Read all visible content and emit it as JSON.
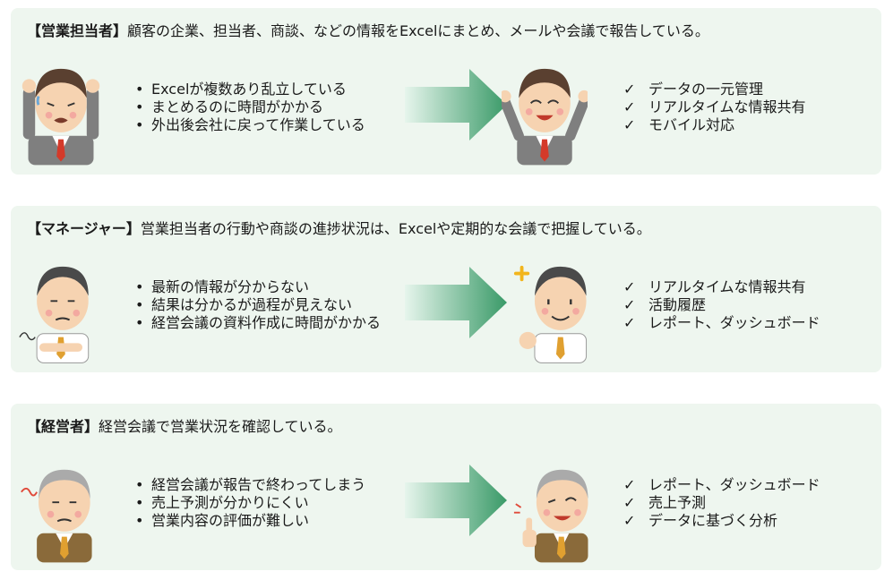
{
  "sections": [
    {
      "role": "【営業担当者】",
      "description": "顧客の企業、担当者、商談、などの情報をExcelにまとめ、メールや会議で報告している。",
      "problems": [
        "Excelが複数あり乱立している",
        "まとめるのに時間がかかる",
        "外出後会社に戻って作業している"
      ],
      "solutions": [
        "データの一元管理",
        "リアルタイムな情報共有",
        "モバイル対応"
      ]
    },
    {
      "role": "【マネージャー】",
      "description": "営業担当者の行動や商談の進捗状況は、Excelや定期的な会議で把握している。",
      "problems": [
        "最新の情報が分からない",
        "結果は分かるが過程が見えない",
        "経営会議の資料作成に時間がかかる"
      ],
      "solutions": [
        "リアルタイムな情報共有",
        "活動履歴",
        "レポート、ダッシュボード"
      ]
    },
    {
      "role": "【経営者】",
      "description": "経営会議で営業状況を確認している。",
      "problems": [
        "経営会議が報告で終わってしまう",
        "売上予測が分かりにくい",
        "営業内容の評価が難しい"
      ],
      "solutions": [
        "レポート、ダッシュボード",
        "売上予測",
        "データに基づく分析"
      ]
    }
  ],
  "colors": {
    "panel_bg": "#eef6ef",
    "arrow_dark": "#3a9a68",
    "arrow_light": "#e6f5ec",
    "tie": "#d43a2a"
  },
  "icons": {
    "arrow": "right-arrow-icon",
    "bullet": "bullet",
    "check": "check-mark"
  }
}
